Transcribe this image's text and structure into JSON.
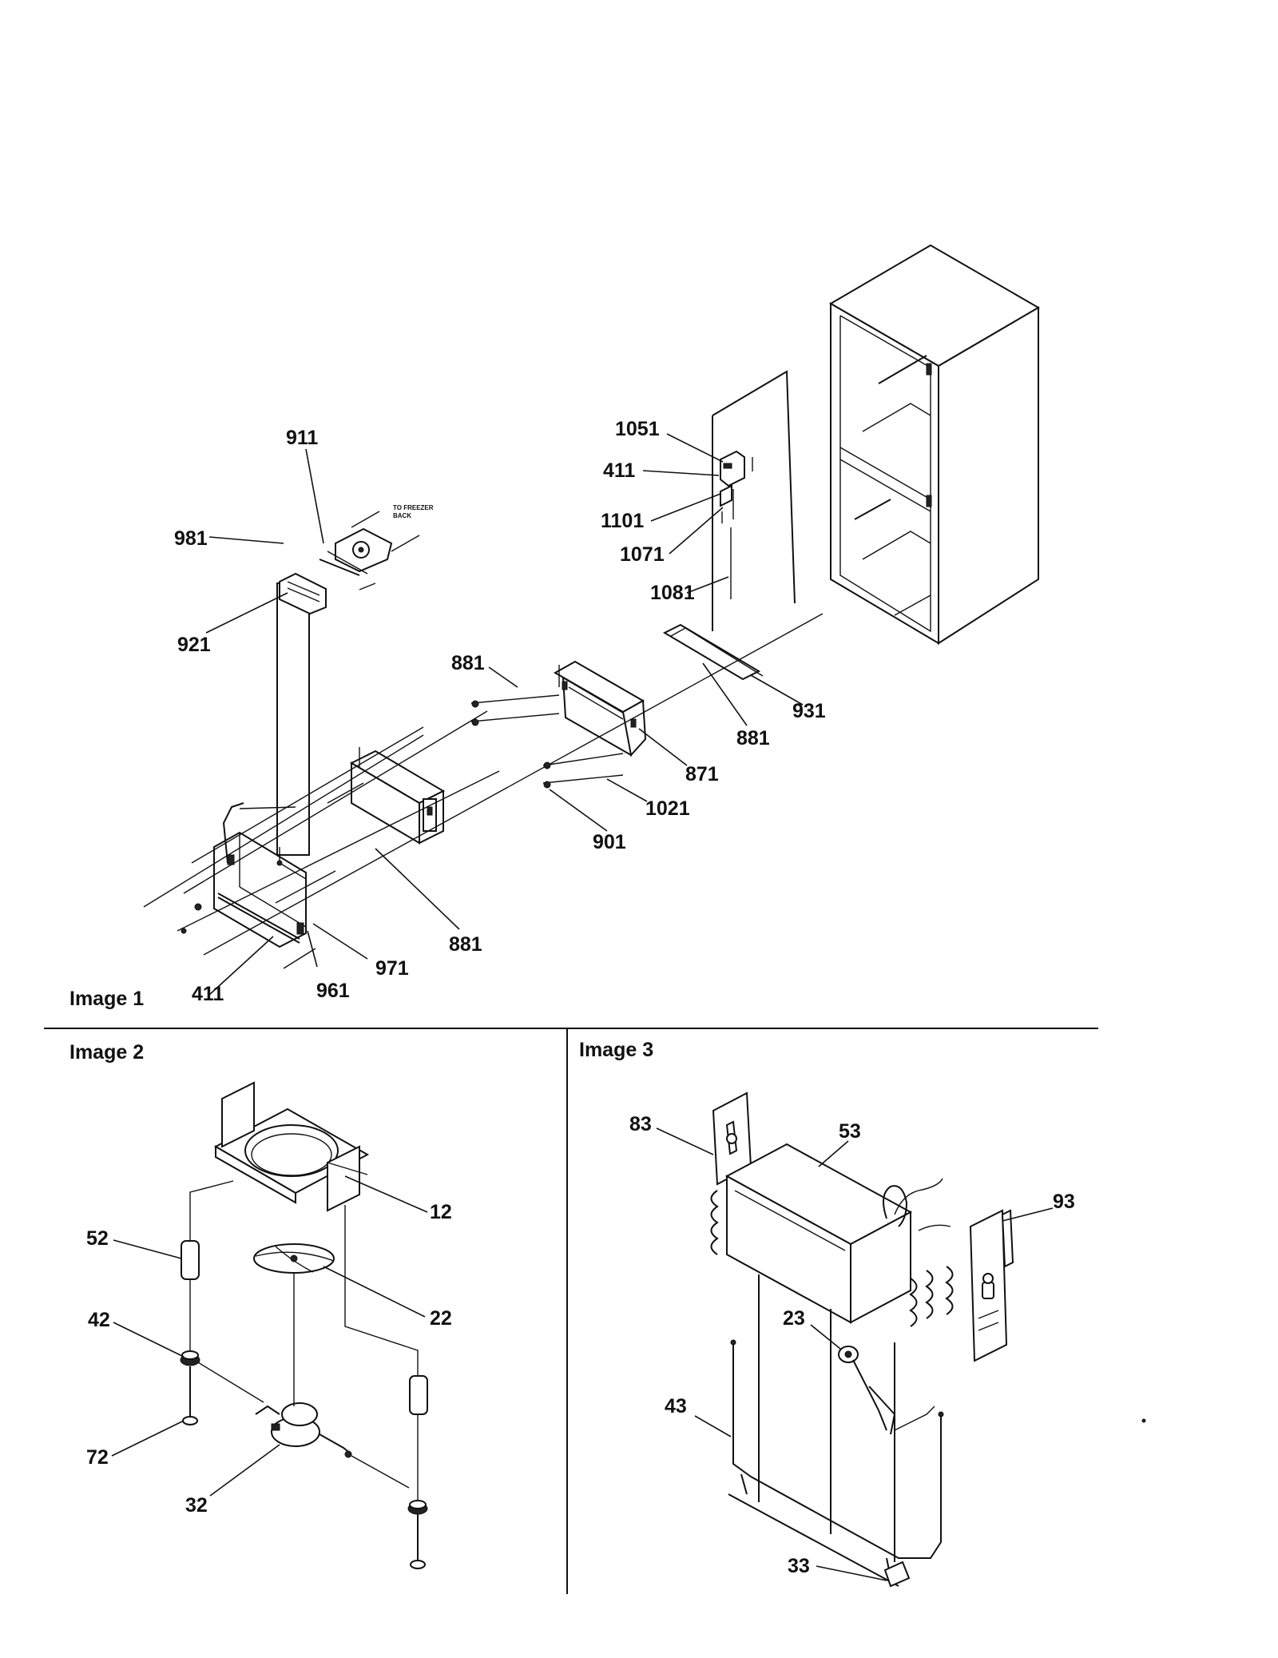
{
  "panels": {
    "image1": {
      "title": "Image 1"
    },
    "image2": {
      "title": "Image 2"
    },
    "image3": {
      "title": "Image 3"
    }
  },
  "note": {
    "line1": "TO FREEZER",
    "line2": "BACK"
  },
  "labels": {
    "p1051": "1051",
    "p411_top": "411",
    "p1101": "1101",
    "p1071": "1071",
    "p1081": "1081",
    "p911": "911",
    "p981": "981",
    "p921": "921",
    "p881_a": "881",
    "p931": "931",
    "p881_b": "881",
    "p871": "871",
    "p1021": "1021",
    "p901": "901",
    "p881_c": "881",
    "p971": "971",
    "p411_bottom": "411",
    "p961": "961",
    "p12": "12",
    "p52": "52",
    "p22": "22",
    "p42": "42",
    "p72": "72",
    "p32": "32",
    "p83": "83",
    "p53": "53",
    "p93": "93",
    "p23": "23",
    "p43": "43",
    "p33": "33"
  }
}
